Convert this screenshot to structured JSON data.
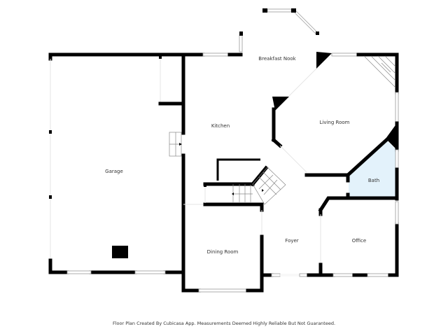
{
  "floor_plan": {
    "rooms": [
      {
        "id": "garage",
        "label": "Garage"
      },
      {
        "id": "kitchen",
        "label": "Kitchen"
      },
      {
        "id": "breakfast-nook",
        "label": "Breakfast Nook"
      },
      {
        "id": "living-room",
        "label": "Living Room"
      },
      {
        "id": "bath",
        "label": "Bath"
      },
      {
        "id": "dining-room",
        "label": "Dining Room"
      },
      {
        "id": "foyer",
        "label": "Foyer"
      },
      {
        "id": "office",
        "label": "Office"
      }
    ],
    "colors": {
      "wall": "#000000",
      "bath_fill": "#e3f2fb",
      "text": "#333333"
    }
  },
  "footer": {
    "disclaimer": "Floor Plan Created By Cubicasa App. Measurements Deemed Highly Reliable But Not Guaranteed."
  }
}
